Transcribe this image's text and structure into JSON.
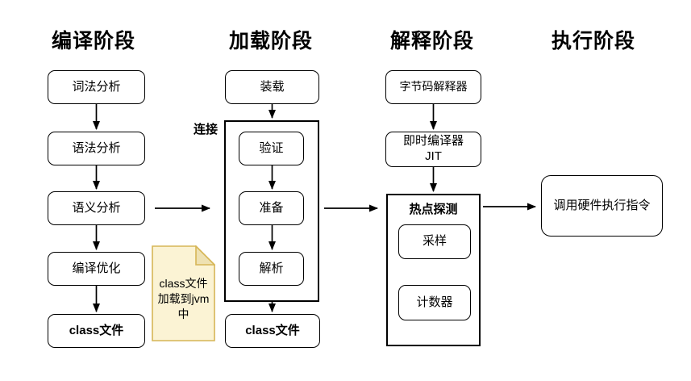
{
  "titles": {
    "compile": "编译阶段",
    "load": "加载阶段",
    "interpret": "解释阶段",
    "execute": "执行阶段"
  },
  "compile": {
    "lexical": "词法分析",
    "syntax": "语法分析",
    "semantic": "语义分析",
    "optimize": "编译优化",
    "class_file": "class文件"
  },
  "load": {
    "load": "装载",
    "link": "连接",
    "verify": "验证",
    "prepare": "准备",
    "resolve": "解析",
    "class_file": "class文件"
  },
  "interpret": {
    "interpreter": "字节码解释器",
    "jit_line1": "即时编译器",
    "jit_line2": "JIT",
    "hotspot": "热点探测",
    "sampling": "采样",
    "counter": "计数器"
  },
  "execute": {
    "invoke": "调用硬件执行指令"
  },
  "note": {
    "line1": "class文件",
    "line2": "加载到jvm",
    "line3": "中"
  },
  "colors": {
    "stroke": "#000000",
    "note_fill": "#FBF3D4",
    "note_fold": "#EEE1B2",
    "note_border": "#D6B656",
    "background": "#FFFFFF"
  }
}
